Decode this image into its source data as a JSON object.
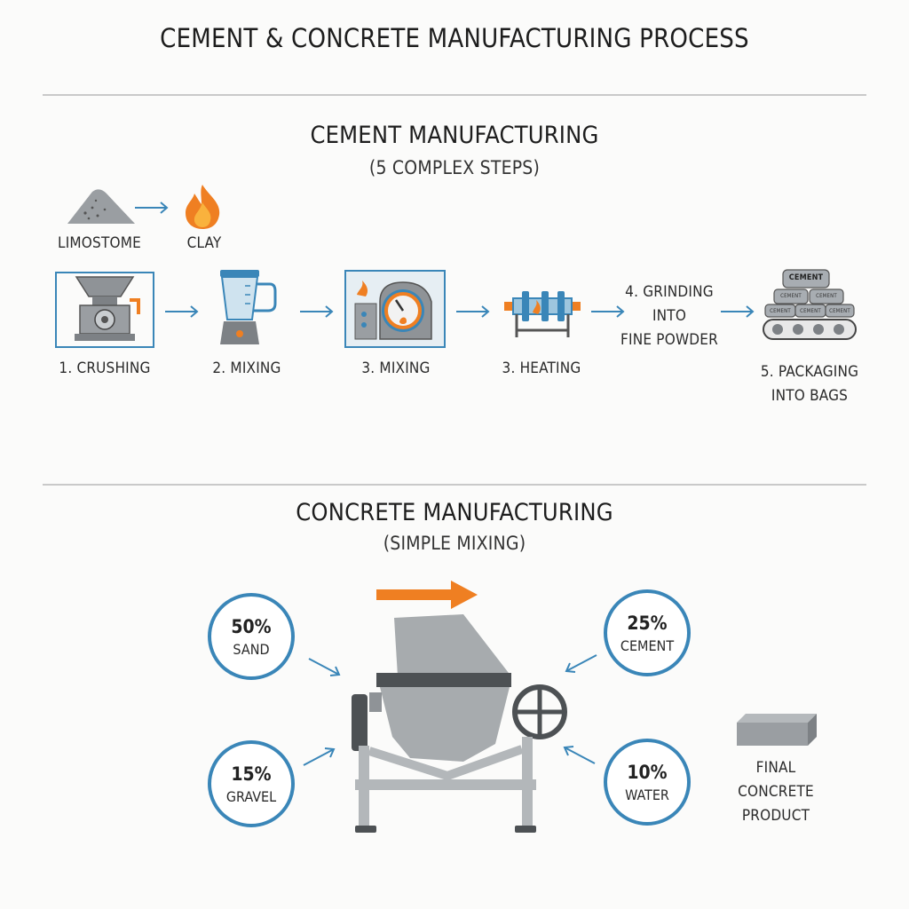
{
  "title": "CEMENT & CONCRETE MANUFACTURING PROCESS",
  "cement": {
    "heading": "CEMENT MANUFACTURING",
    "subheading": "(5 COMPLEX STEPS)",
    "raw_materials": [
      {
        "label": "LIMOSTOME",
        "icon": "stone-pile-icon"
      },
      {
        "label": "CLAY",
        "icon": "flame-icon"
      }
    ],
    "steps": [
      {
        "label": "1. CRUSHING",
        "icon": "crusher-icon"
      },
      {
        "label": "2. MIXING",
        "icon": "blender-icon"
      },
      {
        "label": "3. MIXING",
        "icon": "kiln-icon"
      },
      {
        "label": "3. HEATING",
        "icon": "rotary-kiln-icon"
      },
      {
        "lines": [
          "4. GRINDING",
          "INTO",
          "FINE POWDER"
        ]
      },
      {
        "lines": [
          "5. PACKAGING",
          "INTO BAGS"
        ],
        "icon": "bags-conveyor-icon",
        "bag_label": "CEMENT",
        "small_bag_label": "CEMENT"
      }
    ]
  },
  "concrete": {
    "heading": "CONCRETE MANUFACTURING",
    "subheading": "(SIMPLE MIXING)",
    "ingredients": [
      {
        "percent": "50%",
        "name": "SAND"
      },
      {
        "percent": "25%",
        "name": "CEMENT"
      },
      {
        "percent": "15%",
        "name": "GRAVEL"
      },
      {
        "percent": "10%",
        "name": "WATER"
      }
    ],
    "result_lines": [
      "FINAL",
      "CONCRETE",
      "PRODUCT"
    ]
  },
  "colors": {
    "accent_blue": "#3a86b8",
    "accent_orange": "#ef7f22",
    "steel_gray": "#9a9a9a"
  }
}
